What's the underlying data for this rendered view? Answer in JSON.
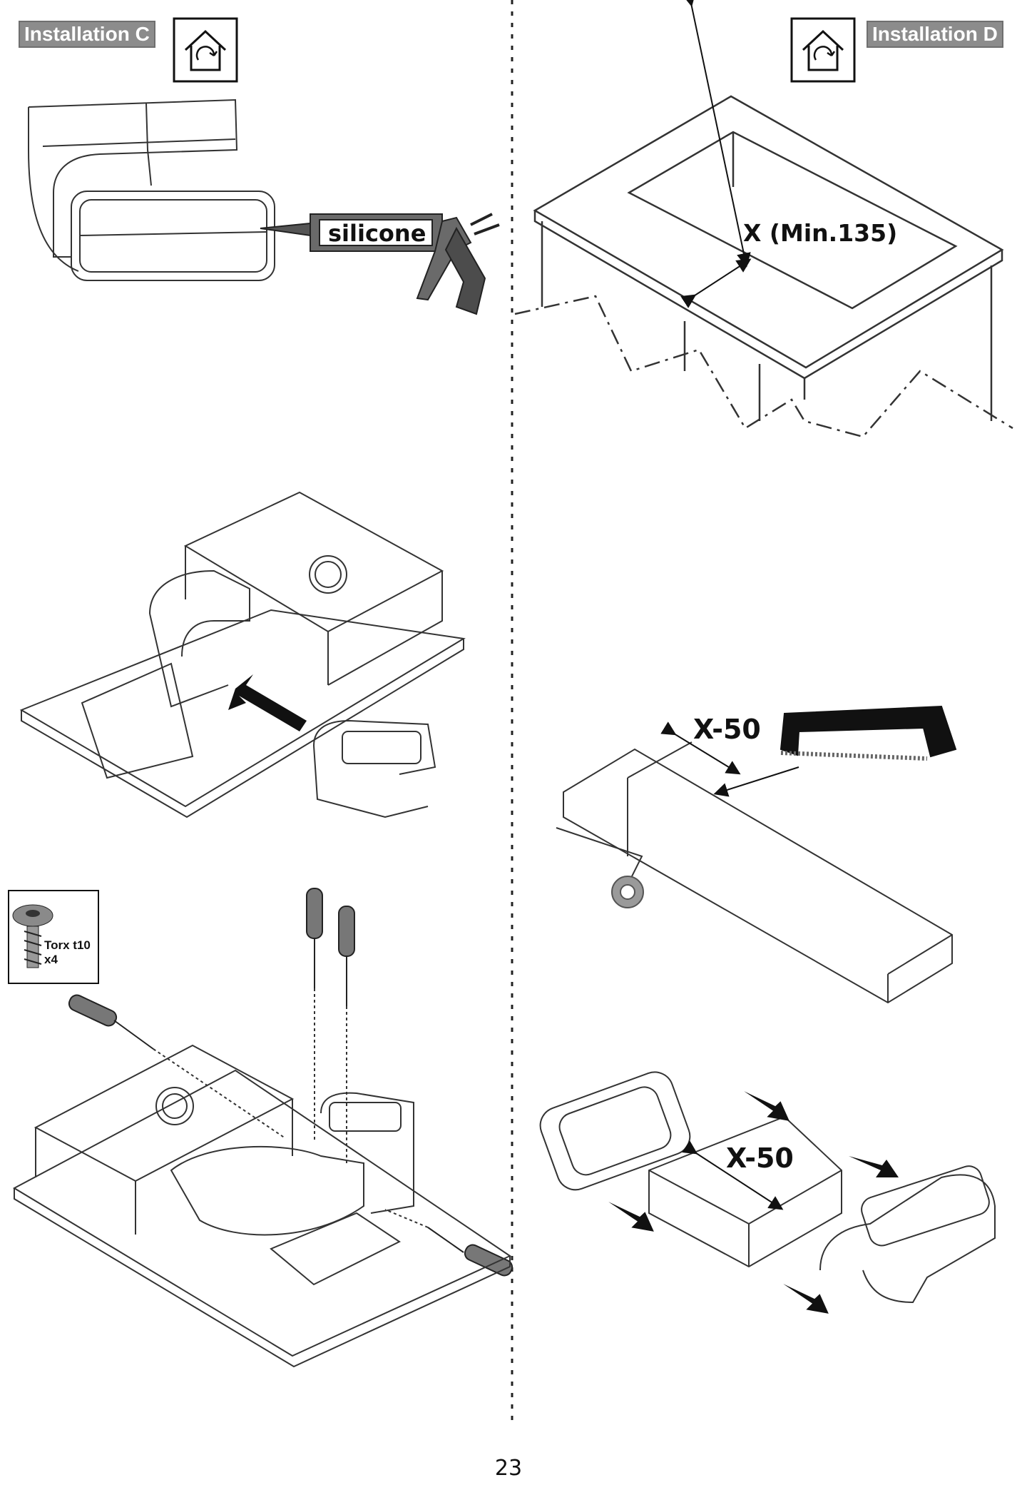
{
  "page": {
    "number": "23"
  },
  "sections": {
    "left_label": "Installation C",
    "right_label": "Installation D"
  },
  "callouts": {
    "silicone": "silicone",
    "min_distance": "X (Min.135)",
    "cut_length": "X-50",
    "piece_length": "X-50",
    "screw_type": "Torx t10",
    "screw_qty": "x4"
  },
  "icons": {
    "recirculation": "house-recirculation-icon",
    "saw": "hacksaw-icon",
    "screwdriver": "screwdriver-icon",
    "caulk_gun": "caulk-gun-icon"
  }
}
